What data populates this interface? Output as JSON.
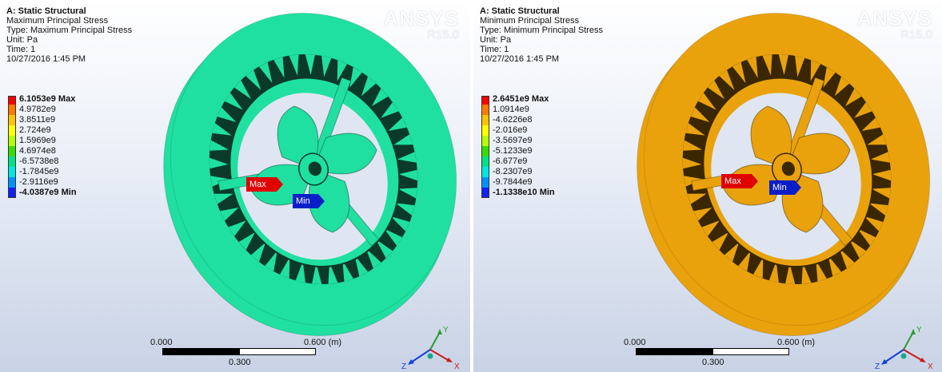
{
  "panels": [
    {
      "analysis": "A: Static Structural",
      "result_name": "Maximum Principal Stress",
      "type_line": "Type: Maximum Principal Stress",
      "unit_line": "Unit: Pa",
      "time_line": "Time: 1",
      "date_line": "10/27/2016 1:45 PM",
      "logo": {
        "brand": "ANSYS",
        "version": "R15.0"
      },
      "model_color": "#1fe0a0",
      "model_dark": "#0b3a2a",
      "legend": [
        {
          "label": "6.1053e9 Max",
          "color": "#ff0000",
          "bold": true
        },
        {
          "label": "4.9782e9",
          "color": "#ff7a00",
          "bold": false
        },
        {
          "label": "3.8511e9",
          "color": "#ffc400",
          "bold": false
        },
        {
          "label": "2.724e9",
          "color": "#ffff00",
          "bold": false
        },
        {
          "label": "1.5969e9",
          "color": "#b4ff00",
          "bold": false
        },
        {
          "label": "4.6974e8",
          "color": "#38dd00",
          "bold": false
        },
        {
          "label": "-6.5738e8",
          "color": "#00e28a",
          "bold": false
        },
        {
          "label": "-1.7845e9",
          "color": "#00e6e0",
          "bold": false
        },
        {
          "label": "-2.9116e9",
          "color": "#0093ff",
          "bold": false
        },
        {
          "label": "-4.0387e9 Min",
          "color": "#1320f0",
          "bold": true
        }
      ],
      "max_tag": "Max",
      "min_tag": "Min",
      "scale": {
        "start": "0.000",
        "end": "0.600 (m)",
        "mid": "0.300"
      },
      "triad": {
        "y": "Y",
        "x": "X",
        "z": "Z"
      }
    },
    {
      "analysis": "A: Static Structural",
      "result_name": "Minimum Principal Stress",
      "type_line": "Type: Minimum Principal Stress",
      "unit_line": "Unit: Pa",
      "time_line": "Time: 1",
      "date_line": "10/27/2016 1:45 PM",
      "logo": {
        "brand": "ANSYS",
        "version": "R15.0"
      },
      "model_color": "#e9a20c",
      "model_dark": "#3a2700",
      "legend": [
        {
          "label": "2.6451e9 Max",
          "color": "#ff0000",
          "bold": true
        },
        {
          "label": "1.0914e9",
          "color": "#ff7a00",
          "bold": false
        },
        {
          "label": "-4.6226e8",
          "color": "#ffc400",
          "bold": false
        },
        {
          "label": "-2.016e9",
          "color": "#ffff00",
          "bold": false
        },
        {
          "label": "-3.5697e9",
          "color": "#b4ff00",
          "bold": false
        },
        {
          "label": "-5.1233e9",
          "color": "#38dd00",
          "bold": false
        },
        {
          "label": "-6.677e9",
          "color": "#00e28a",
          "bold": false
        },
        {
          "label": "-8.2307e9",
          "color": "#00e6e0",
          "bold": false
        },
        {
          "label": "-9.7844e9",
          "color": "#0093ff",
          "bold": false
        },
        {
          "label": "-1.1338e10 Min",
          "color": "#1320f0",
          "bold": true
        }
      ],
      "max_tag": "Max",
      "min_tag": "Min",
      "scale": {
        "start": "0.000",
        "end": "0.600 (m)",
        "mid": "0.300"
      },
      "triad": {
        "y": "Y",
        "x": "X",
        "z": "Z"
      }
    }
  ]
}
